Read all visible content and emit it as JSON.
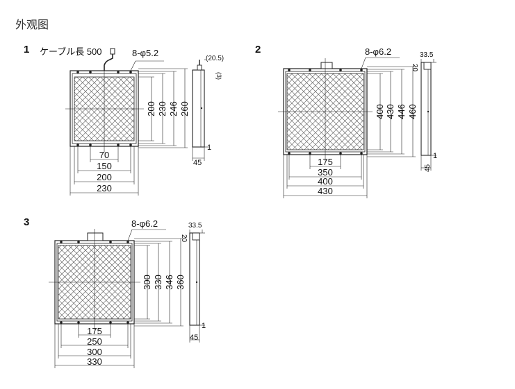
{
  "page": {
    "title": "外观图"
  },
  "figures": [
    {
      "number": "1",
      "cable_label": "ケーブル長 500",
      "hole_label": "8-φ5.2",
      "vertical_dims": [
        "200",
        "230",
        "246",
        "260"
      ],
      "horizontal_dims": [
        "70",
        "150",
        "200",
        "230"
      ],
      "side_dims": {
        "top_a": "(20.5)",
        "top_b": "(3)",
        "right": "1",
        "bottom": "45"
      }
    },
    {
      "number": "2",
      "hole_label": "8-φ6.2",
      "vertical_dims": [
        "400",
        "430",
        "446",
        "460"
      ],
      "horizontal_dims": [
        "175",
        "350",
        "400",
        "430"
      ],
      "side_dims": {
        "top": "33.5",
        "top_right": "20",
        "right": "1",
        "bottom": "45"
      }
    },
    {
      "number": "3",
      "hole_label": "8-φ6.2",
      "vertical_dims": [
        "300",
        "330",
        "346",
        "360"
      ],
      "horizontal_dims": [
        "175",
        "250",
        "300",
        "330"
      ],
      "side_dims": {
        "top": "33.5",
        "top_right": "20",
        "right": "1",
        "bottom": "45"
      }
    }
  ]
}
